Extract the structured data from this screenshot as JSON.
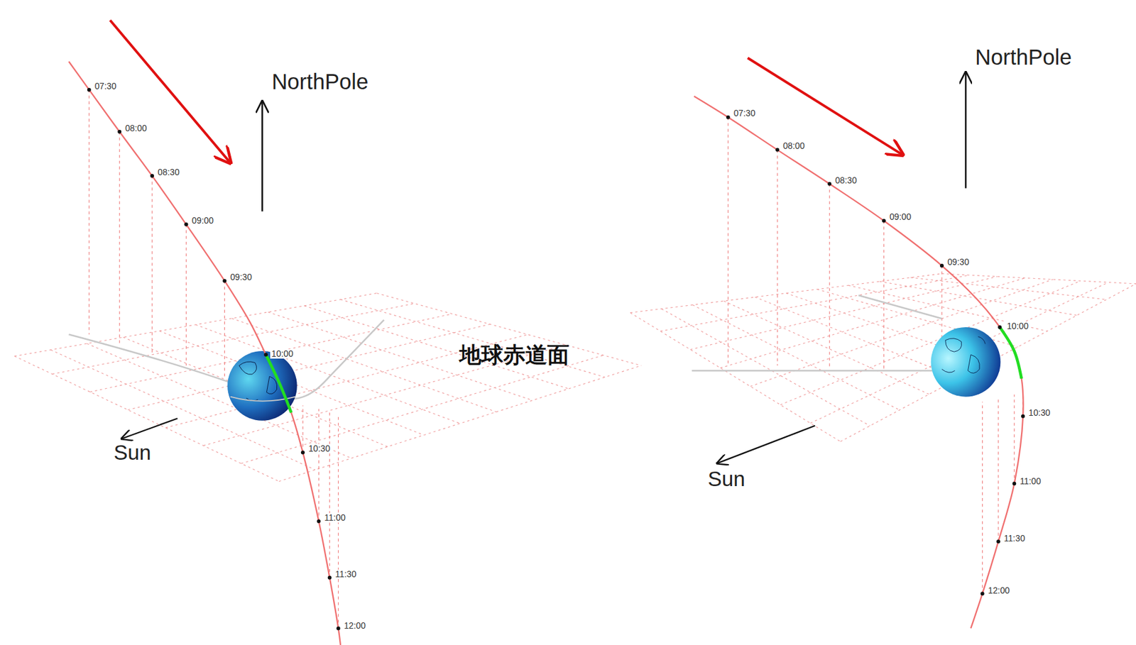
{
  "diagram": {
    "labels": [
      "07:30",
      "08:00",
      "08:30",
      "09:00",
      "09:30",
      "10:00",
      "10:30",
      "11:00",
      "11:30",
      "12:00",
      "NorthPole",
      "Sun",
      "地球赤道面",
      "07:30",
      "08:00",
      "08:30",
      "09:00",
      "09:30",
      "10:00",
      "10:30",
      "11:00",
      "11:30",
      "12:00",
      "NorthPole",
      "Sun"
    ]
  }
}
